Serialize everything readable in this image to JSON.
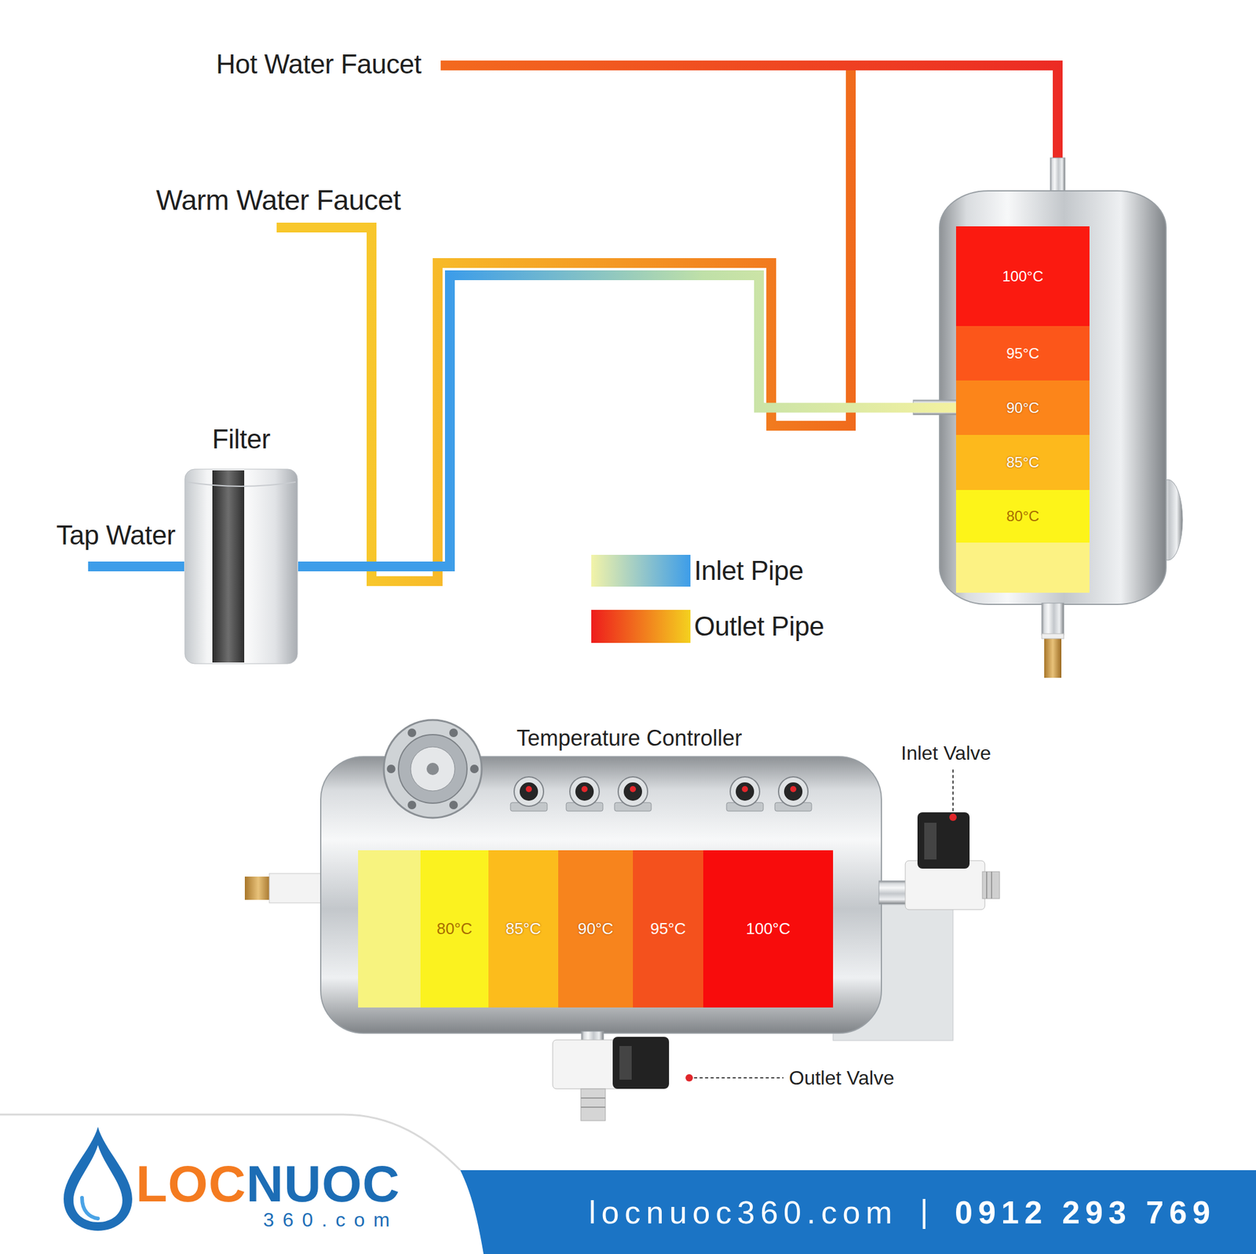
{
  "diagram": {
    "nodes": [
      {
        "text": [
          "100°C"
        ]
      },
      {
        "text": [
          "95°C"
        ]
      },
      {
        "text": [
          "90°C"
        ]
      },
      {
        "text": [
          "85°C"
        ]
      },
      {
        "text": [
          "80°C"
        ]
      },
      {
        "text": [
          "Filter"
        ]
      },
      {
        "text": [
          "80°C"
        ]
      },
      {
        "text": [
          "85°C"
        ]
      },
      {
        "text": [
          "90°C"
        ]
      },
      {
        "text": [
          "95°C"
        ]
      },
      {
        "text": [
          "100°C"
        ]
      }
    ],
    "edges": [
      {
        "from": 5,
        "to": 2,
        "arrow": "none"
      }
    ],
    "labels": [
      "Hot Water Faucet",
      "Warm Water Faucet",
      "Tap Water",
      "Temperature Controller",
      "Inlet Valve",
      "Outlet Valve",
      "LOC",
      "NUOC",
      "360.com",
      "locnuoc360.com",
      "|",
      "0912 293 769"
    ],
    "legend": [
      {
        "text": "Inlet Pipe"
      },
      {
        "text": "Outlet Pipe"
      }
    ]
  }
}
